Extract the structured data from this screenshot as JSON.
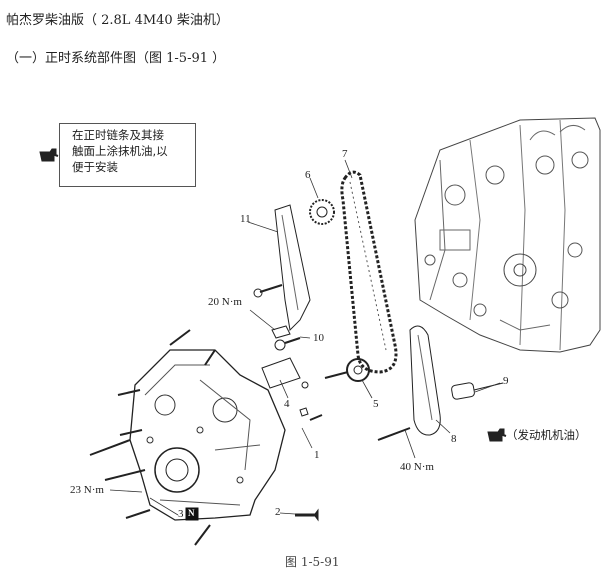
{
  "header": {
    "title": "帕杰罗柴油版（ 2.8L 4M40 柴油机）",
    "subtitle": "（一）正时系统部件图（图 1-5-91 ）"
  },
  "note": {
    "lines": [
      "在正时链条及其接",
      "触面上涂抹机油,以",
      "便于安装"
    ],
    "icon": "oil-can-icon"
  },
  "callouts": {
    "n1": "1",
    "n2": "2",
    "n3": "3",
    "n4": "4",
    "n5": "5",
    "n6": "6",
    "n7": "7",
    "n8": "8",
    "n9": "9",
    "n10": "10",
    "n11": "11",
    "n3_badge": "N"
  },
  "torques": {
    "t20": "20 N·m",
    "t23": "23 N·m",
    "t40": "40 N·m"
  },
  "engine_oil_label": "（发动机机油）",
  "caption": "图 1-5-91"
}
